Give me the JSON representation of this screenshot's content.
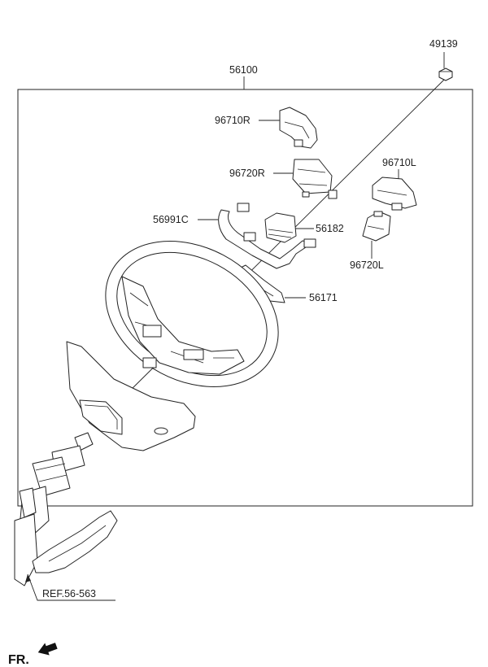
{
  "labels": {
    "nut": "49139",
    "assembly": "56100",
    "switch_right": "96710R",
    "switch_module_right": "96720R",
    "switch_left": "96710L",
    "switch_module_left": "96720L",
    "wiring": "56991C",
    "damper": "56182",
    "cover": "56171",
    "reference": "REF.56-563",
    "front": "FR."
  }
}
